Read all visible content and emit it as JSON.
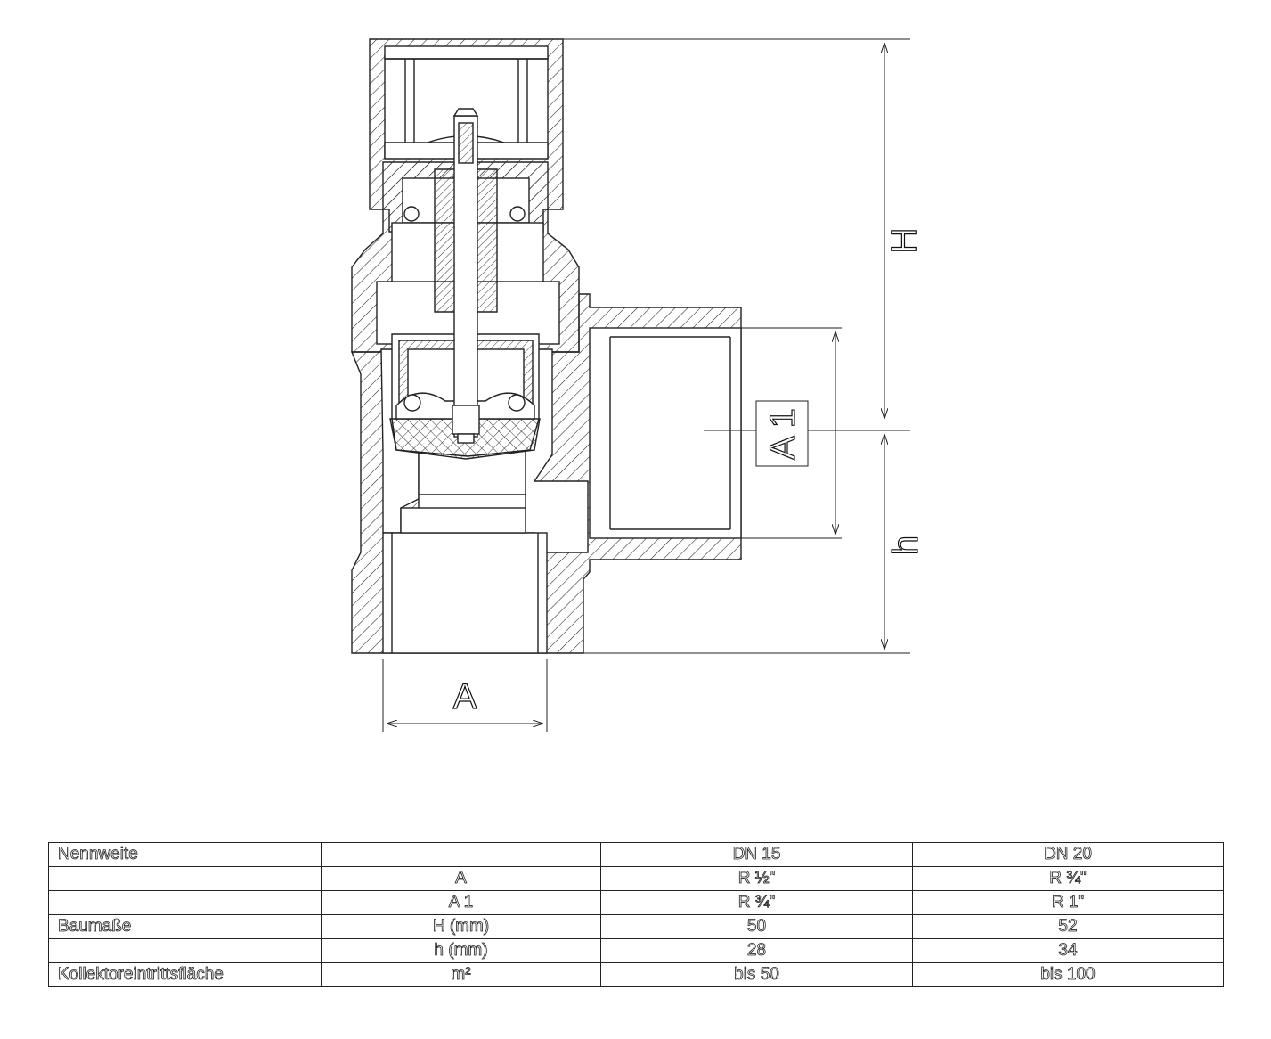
{
  "drawing": {
    "dim_H": "H",
    "dim_h": "h",
    "dim_A": "A",
    "dim_A1": "A 1"
  },
  "table": {
    "rows": [
      {
        "c0": "Nennweite",
        "c1": "",
        "c2": "DN 15",
        "c3": "DN 20"
      },
      {
        "c0": "",
        "c1": "A",
        "c2": "R ½\"",
        "c3": "R ¾\""
      },
      {
        "c0": "",
        "c1": "A 1",
        "c2": "R ¾\"",
        "c3": "R 1\""
      },
      {
        "c0": "Baumaße",
        "c1": "H (mm)",
        "c2": "50",
        "c3": "52"
      },
      {
        "c0": "",
        "c1": "h (mm)",
        "c2": "28",
        "c3": "34"
      },
      {
        "c0": "Kollektoreintrittsfläche",
        "c1": "m²",
        "c2": "bis 50",
        "c3": "bis 100"
      }
    ]
  }
}
